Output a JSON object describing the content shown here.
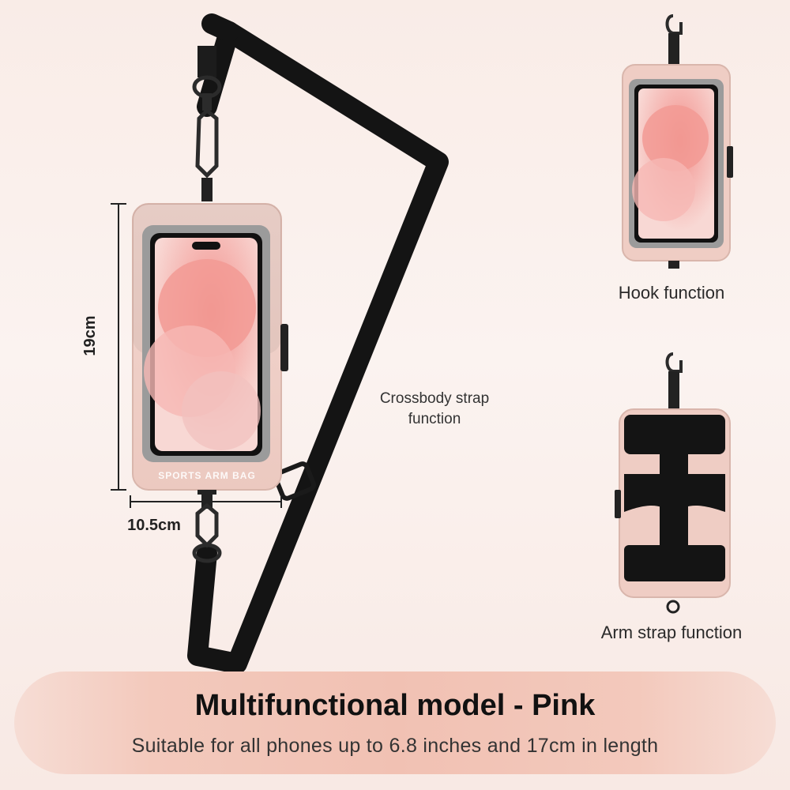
{
  "labels": {
    "crossbody_line1": "Crossbody strap",
    "crossbody_line2": "function",
    "hook": "Hook function",
    "arm": "Arm strap function"
  },
  "dimensions": {
    "height": "19cm",
    "width": "10.5cm"
  },
  "banner": {
    "title": "Multifunctional model - Pink",
    "subtitle": "Suitable for all phones up to 6.8 inches and 17cm in length"
  },
  "product_print": "SPORTS ARM BAG",
  "colors": {
    "pouch_pink": "#efcdc4",
    "strap_black": "#141414",
    "window_grey": "#9c9c9c",
    "banner_pink": "#f1c1b3"
  }
}
